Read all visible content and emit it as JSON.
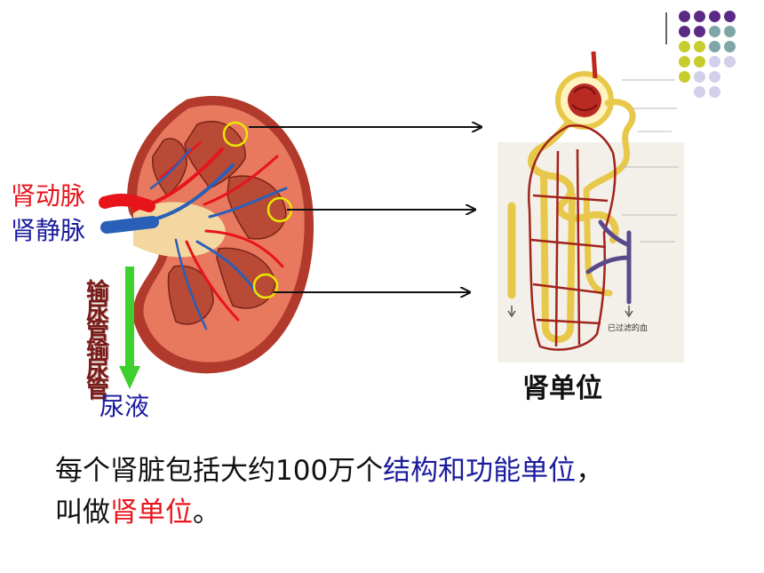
{
  "labels": {
    "renal_artery": "肾动脉",
    "renal_vein": "肾静脉",
    "ureter": "输尿管输尿管",
    "urine": "尿液",
    "nephron": "肾单位",
    "filtered_blood": "已过滤的血"
  },
  "caption": {
    "line1_pre": "每个肾脏包括大约100万个",
    "line1_highlight": "结构和功能单位",
    "line1_post": "，",
    "line2_pre": "叫做",
    "line2_highlight": "肾单位",
    "line2_post": "。"
  },
  "colors": {
    "dot_purple": "#5b2a86",
    "dot_teal": "#7ea6a6",
    "dot_olive": "#c7cd2c",
    "dot_lavender": "#d2d0ea",
    "artery_red": "#e8141c",
    "vein_blue": "#1a1a9e",
    "ureter_green": "#3fcf2f"
  }
}
